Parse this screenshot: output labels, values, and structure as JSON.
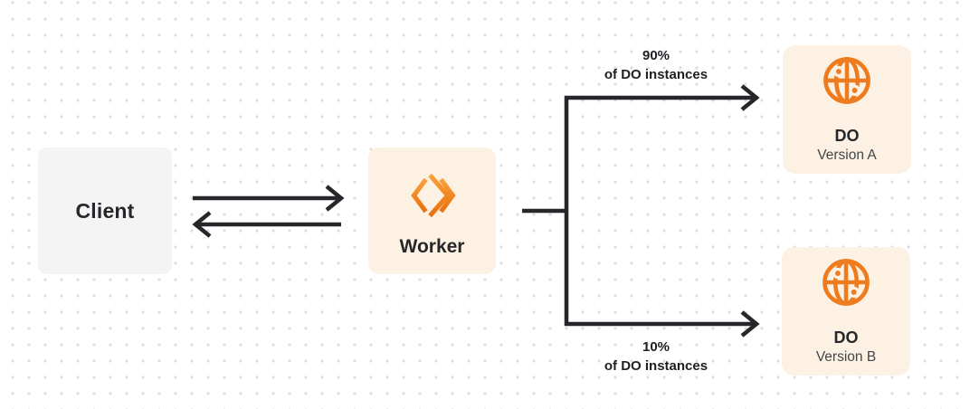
{
  "diagram": {
    "colors": {
      "accent_orange": "#ee7b1d",
      "logo_orange_light": "#f9a13b",
      "logo_orange_dark": "#ea700f",
      "node_cream": "#fcf1e2",
      "node_gray": "#f4f4f5",
      "line_dark": "#26272b",
      "grid_dot": "#dcdce0"
    },
    "nodes": {
      "client": {
        "label": "Client"
      },
      "worker": {
        "label": "Worker",
        "icon": "workers-logo-icon"
      },
      "do_a": {
        "title": "DO",
        "subtitle": "Version A",
        "icon": "globe-icon"
      },
      "do_b": {
        "title": "DO",
        "subtitle": "Version B",
        "icon": "globe-icon"
      }
    },
    "edges": {
      "client_worker": {
        "type": "bidirectional-arrows"
      },
      "top_branch": {
        "percent": "90%",
        "caption": "of DO instances"
      },
      "bottom_branch": {
        "percent": "10%",
        "caption": "of DO instances"
      }
    }
  }
}
